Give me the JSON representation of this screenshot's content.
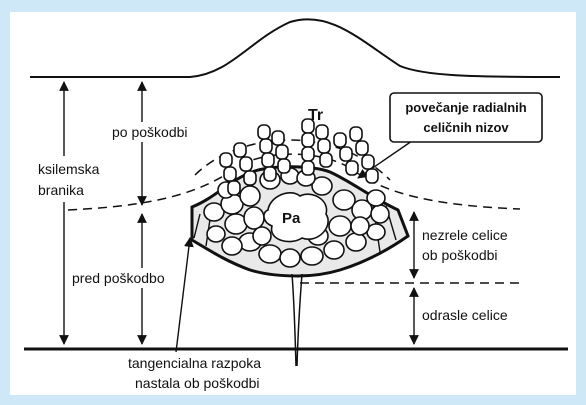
{
  "labels": {
    "po_poskodbi": "po poškodbi",
    "ksilemska_line1": "ksilemska",
    "ksilemska_line2": "branika",
    "pred_poskodbo": "pred poškodbo",
    "tr": "Tr",
    "pa": "Pa",
    "callout_line1": "povečanje radialnih",
    "callout_line2": "celičnih nizov",
    "nezrele_line1": "nezrele celice",
    "nezrele_line2": "ob poškodbi",
    "odrasle": "odrasle celice",
    "tangencialna_line1": "tangencialna razpoka",
    "tangencialna_line2": "nastala ob poškodbi"
  }
}
